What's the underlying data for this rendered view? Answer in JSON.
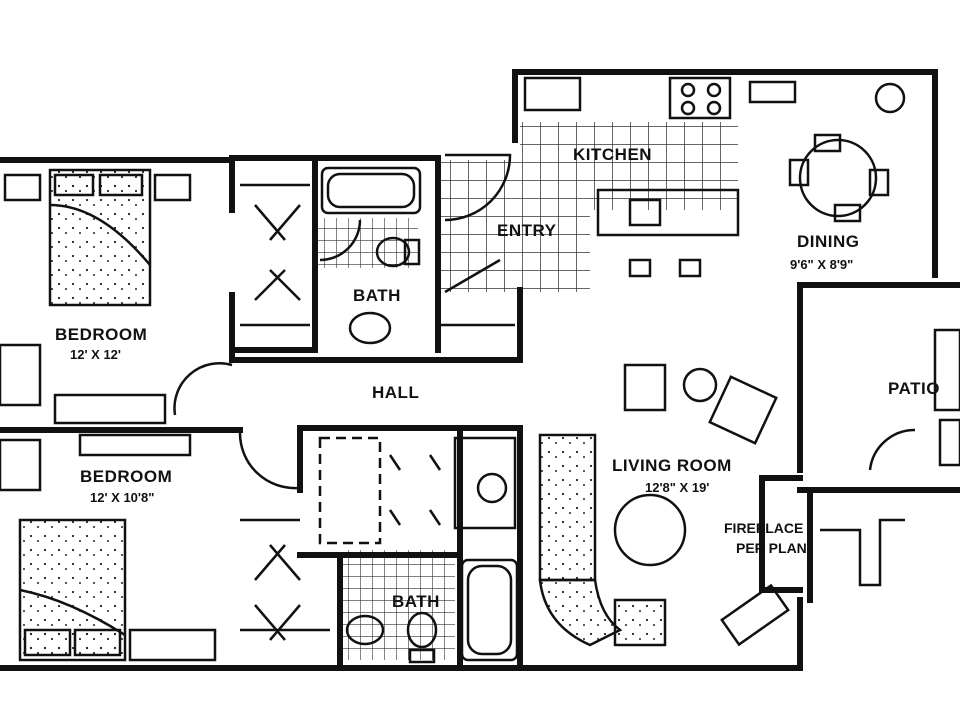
{
  "rooms": {
    "kitchen": {
      "name": "KITCHEN"
    },
    "entry": {
      "name": "ENTRY"
    },
    "dining": {
      "name": "DINING",
      "size": "9'6\" X 8'9\""
    },
    "bedroom1": {
      "name": "BEDROOM",
      "size": "12' X 12'"
    },
    "bath1": {
      "name": "BATH"
    },
    "hall": {
      "name": "HALL"
    },
    "patio": {
      "name": "PATIO"
    },
    "bedroom2": {
      "name": "BEDROOM",
      "size": "12' X 10'8\""
    },
    "living": {
      "name": "LIVING ROOM",
      "size": "12'8\" X 19'"
    },
    "fireplace": {
      "line1": "FIREPLACE",
      "line2": "PER PLAN"
    },
    "bath2": {
      "name": "BATH"
    }
  },
  "colors": {
    "wall": "#111111",
    "background": "#ffffff"
  }
}
